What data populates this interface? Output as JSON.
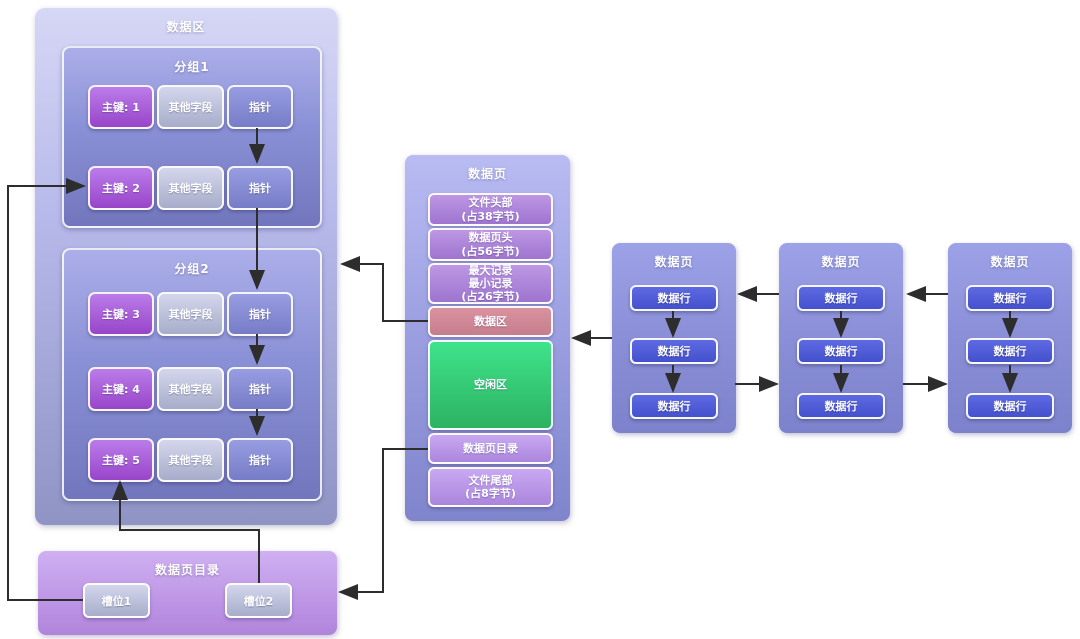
{
  "data_area": {
    "title": "数据区",
    "groups": [
      {
        "title": "分组1",
        "rows": [
          {
            "pk": "主键: 1",
            "fields": "其他字段",
            "pointer": "指针"
          },
          {
            "pk": "主键: 2",
            "fields": "其他字段",
            "pointer": "指针"
          }
        ]
      },
      {
        "title": "分组2",
        "rows": [
          {
            "pk": "主键: 3",
            "fields": "其他字段",
            "pointer": "指针"
          },
          {
            "pk": "主键: 4",
            "fields": "其他字段",
            "pointer": "指针"
          },
          {
            "pk": "主键: 5",
            "fields": "其他字段",
            "pointer": "指针"
          }
        ]
      }
    ]
  },
  "data_page": {
    "title": "数据页",
    "sections": [
      {
        "label": "文件头部\n(占38字节)",
        "type": "header"
      },
      {
        "label": "数据页头\n(占56字节)",
        "type": "header"
      },
      {
        "label": "最大记录\n最小记录\n(占26字节)",
        "type": "header"
      },
      {
        "label": "数据区",
        "type": "data"
      },
      {
        "label": "空闲区",
        "type": "free"
      },
      {
        "label": "数据页目录",
        "type": "directory"
      },
      {
        "label": "文件尾部\n(占8字节)",
        "type": "directory"
      }
    ]
  },
  "linked_pages": [
    {
      "title": "数据页",
      "rows": [
        "数据行",
        "数据行",
        "数据行"
      ]
    },
    {
      "title": "数据页",
      "rows": [
        "数据行",
        "数据行",
        "数据行"
      ]
    },
    {
      "title": "数据页",
      "rows": [
        "数据行",
        "数据行",
        "数据行"
      ]
    }
  ],
  "page_directory": {
    "title": "数据页目录",
    "slots": [
      "槽位1",
      "槽位2"
    ]
  },
  "colors": {
    "primary_key_cell": "#9c44cd",
    "other_field_cell": "#b9bed6",
    "pointer_cell": "#7a7fc9",
    "page_header_section": "#a77fd3",
    "data_section": "#d08895",
    "free_section": "#35cf77",
    "directory_section": "#b794e6",
    "data_row": "#5360d8",
    "data_area_bg": "#a9ace0",
    "arrow": "#2d2d2d"
  }
}
